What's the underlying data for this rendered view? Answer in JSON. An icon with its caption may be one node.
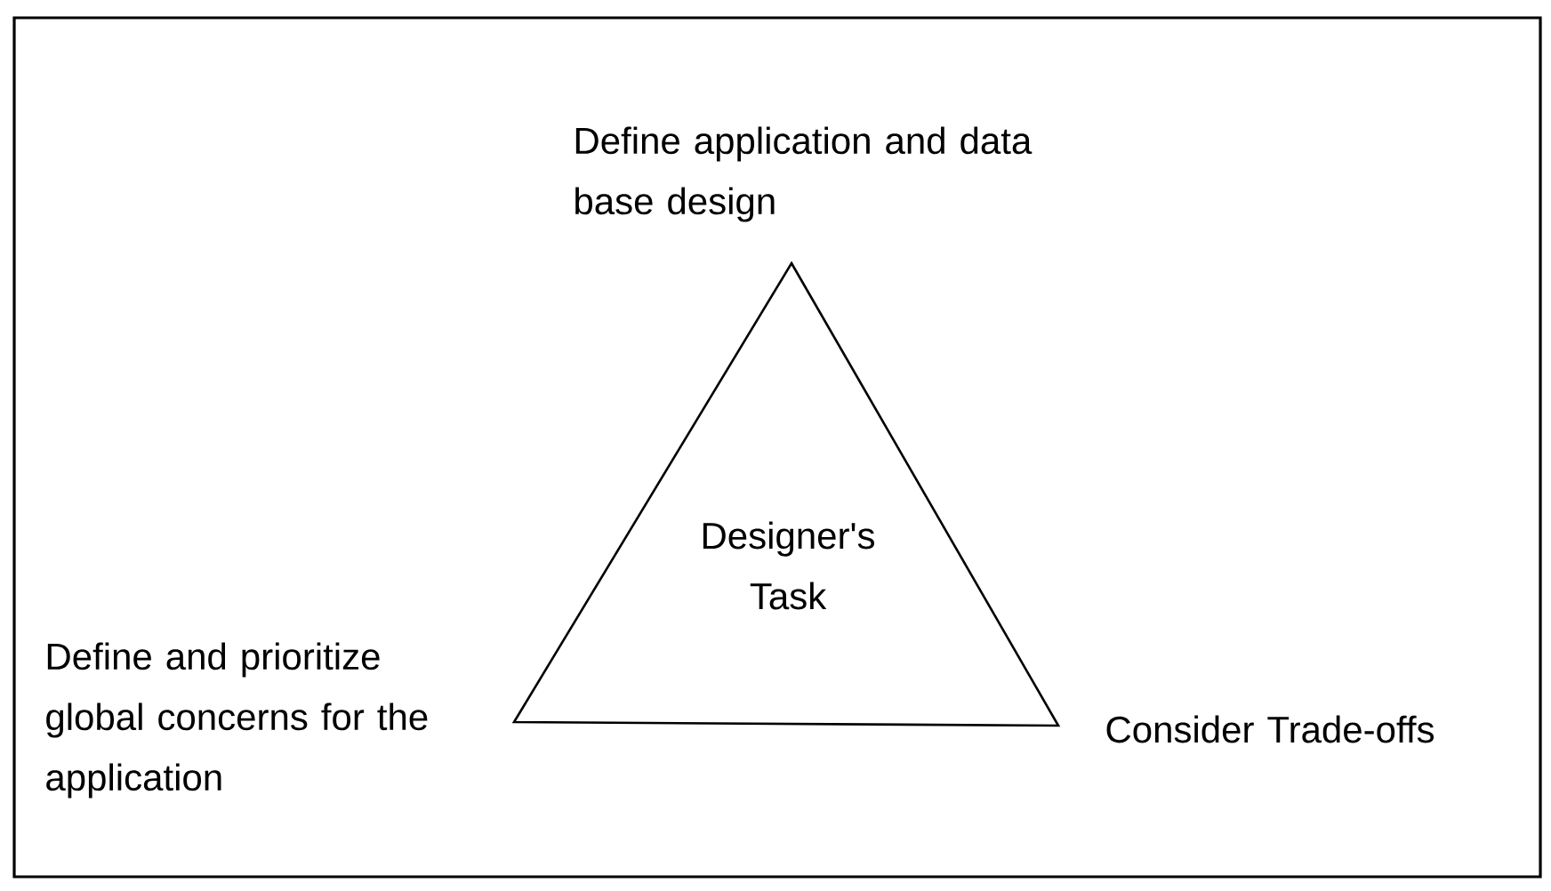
{
  "diagram": {
    "nodes": [
      {
        "text": [
          "Designer's Task"
        ]
      }
    ],
    "labels": [
      "Define application and data base design",
      "Define and prioritize global concerns for the application",
      "Consider Trade-offs"
    ]
  }
}
